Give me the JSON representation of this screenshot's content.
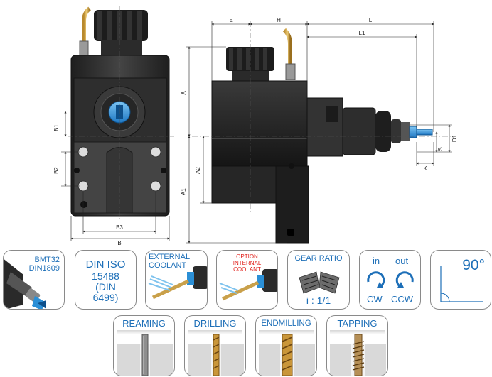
{
  "drawing": {
    "dimensions": {
      "e": "E",
      "h": "H",
      "l": "L",
      "l1": "L1",
      "a": "A",
      "a1": "A1",
      "a2": "A2",
      "b": "B",
      "b1": "B1",
      "b2": "B2",
      "b3": "B3",
      "d1": "D1",
      "s": "S",
      "k": "K"
    }
  },
  "badges": {
    "bmt": {
      "line1": "BMT32",
      "line2": "DIN1809"
    },
    "din": {
      "line1": "DIN ISO",
      "line2": "15488",
      "line3": "(DIN",
      "line4": "6499)"
    },
    "external_coolant": {
      "line1": "EXTERNAL",
      "line2": "COOLANT"
    },
    "internal_coolant": {
      "line1": "OPTION",
      "line2": "INTERNAL",
      "line3": "COOLANT"
    },
    "gear_ratio": {
      "title": "GEAR RATIO",
      "value": "i : 1/1"
    },
    "rotation": {
      "in": "in",
      "out": "out",
      "cw": "CW",
      "ccw": "CCW"
    },
    "angle": {
      "value": "90°"
    }
  },
  "operations": [
    {
      "label": "REAMING"
    },
    {
      "label": "DRILLING"
    },
    {
      "label": "ENDMILLING"
    },
    {
      "label": "TAPPING"
    }
  ],
  "colors": {
    "accent": "#1d6fb8",
    "warning": "#e0201b",
    "tool_blue": "#2b8fd6",
    "body": "#2a2a2a"
  }
}
